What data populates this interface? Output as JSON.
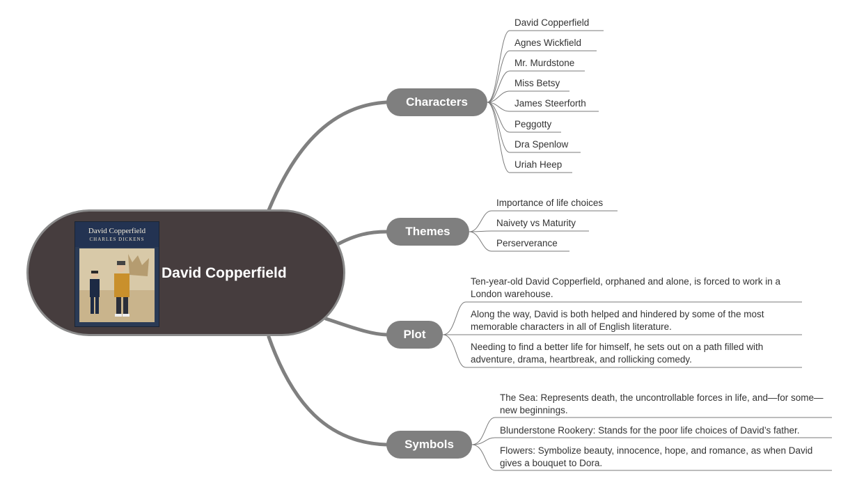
{
  "root": {
    "title": "David Copperfield",
    "cover_title": "David Copperfield",
    "cover_author": "CHARLES DICKENS"
  },
  "topics": {
    "characters": {
      "label": "Characters",
      "items": [
        "David Copperfield",
        "Agnes Wickfield",
        "Mr. Murdstone",
        "Miss Betsy",
        "James Steerforth",
        "Peggotty",
        "Dra Spenlow",
        "Uriah Heep"
      ]
    },
    "themes": {
      "label": "Themes",
      "items": [
        "Importance of life choices",
        "Naivety vs Maturity",
        "Perserverance"
      ]
    },
    "plot": {
      "label": "Plot",
      "items": [
        "Ten-year-old David Copperfield, orphaned and alone, is forced to work in a London warehouse.",
        "Along the way, David is both helped and hindered by some of the most memorable characters in all of English literature.",
        " Needing to find a better life for himself, he sets out on a path filled with adventure, drama, heartbreak, and rollicking comedy."
      ]
    },
    "symbols": {
      "label": "Symbols",
      "items": [
        "The Sea: Represents death, the uncontrollable forces in life, and—for some—new beginnings.",
        "Blunderstone Rookery: Stands for the poor life choices of David’s father.",
        "Flowers: Symbolize beauty, innocence, hope, and romance, as when David gives a bouquet to Dora."
      ]
    }
  },
  "colors": {
    "root_fill": "#463d3e",
    "root_border": "#8a8a8a",
    "topic_fill": "#7f7f7f",
    "branch_line": "#808080",
    "leaf_line": "#7a7a7a",
    "leaf_text": "#333333"
  }
}
